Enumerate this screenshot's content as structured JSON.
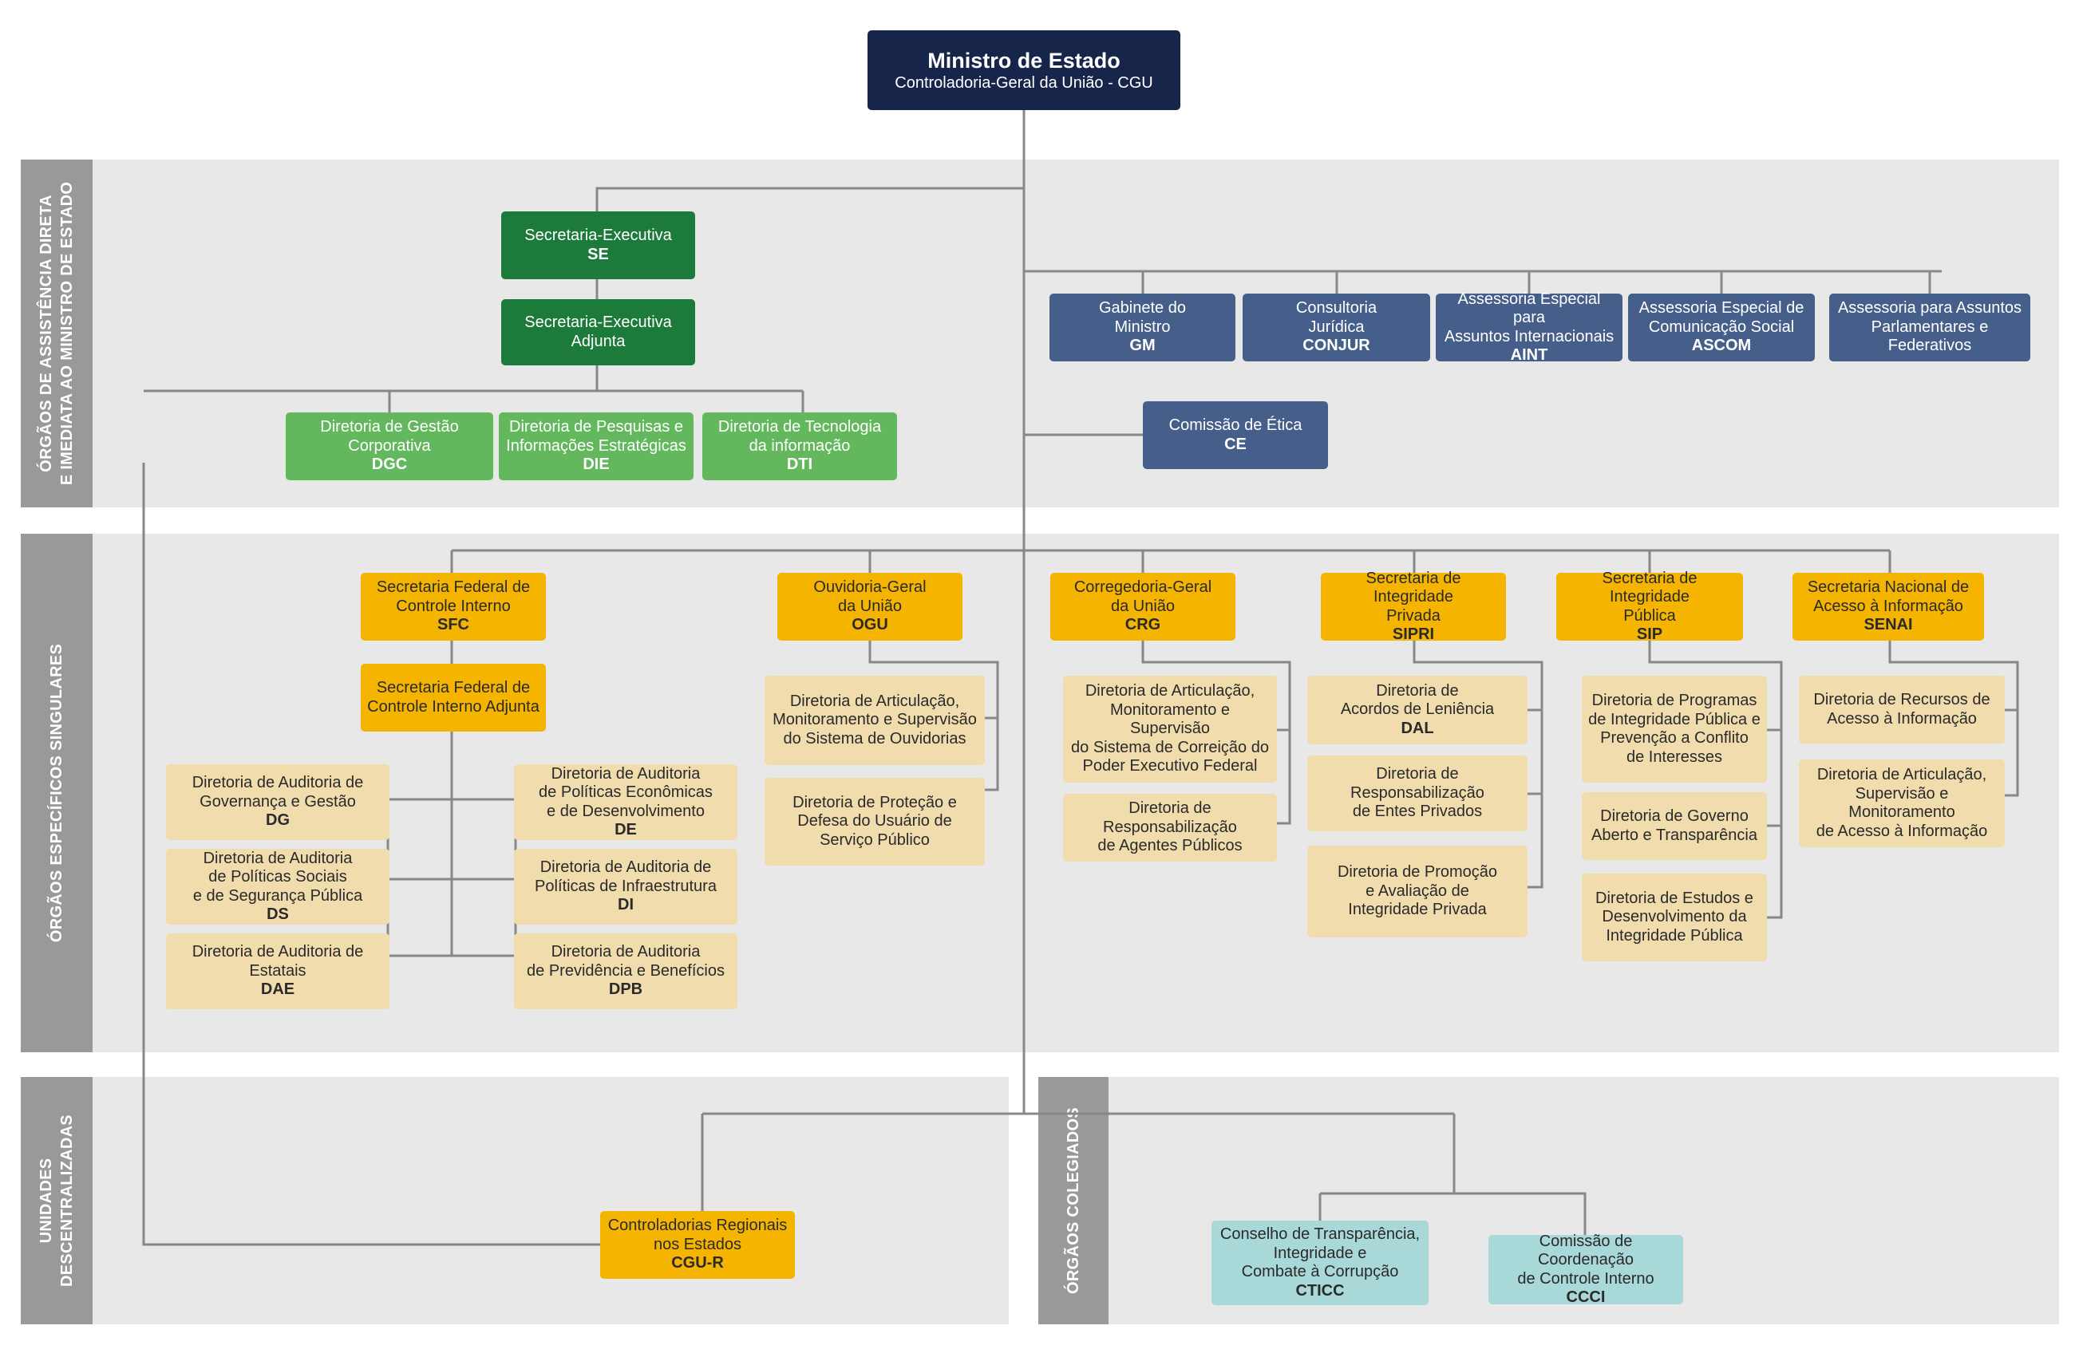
{
  "minister": {
    "title": "Ministro de Estado",
    "subtitle": "Controladoria-Geral da União - CGU"
  },
  "sections": {
    "s1": "ÓRGÃOS DE ASSISTÊNCIA DIRETA\nE IMEDIATA AO MINISTRO DE ESTADO",
    "s2": "ÓRGÃOS ESPECÍFICOS SINGULARES",
    "s3": "UNIDADES\nDESCENTRALIZADAS",
    "s4": "ÓRGÃOS COLEGIADOS"
  },
  "units": {
    "se": {
      "t": "Secretaria-Executiva",
      "a": "SE"
    },
    "sea": {
      "t": "Secretaria-Executiva\nAdjunta",
      "a": ""
    },
    "dgc": {
      "t": "Diretoria de Gestão\nCorporativa",
      "a": "DGC"
    },
    "die": {
      "t": "Diretoria de Pesquisas e\nInformações Estratégicas",
      "a": "DIE"
    },
    "dti": {
      "t": "Diretoria de Tecnologia\nda informação",
      "a": "DTI"
    },
    "gm": {
      "t": "Gabinete do\nMinistro",
      "a": "GM"
    },
    "conjur": {
      "t": "Consultoria\nJurídica",
      "a": "CONJUR"
    },
    "aint": {
      "t": "Assessoria Especial para\nAssuntos Internacionais",
      "a": "AINT"
    },
    "ascom": {
      "t": "Assessoria Especial de\nComunicação Social",
      "a": "ASCOM"
    },
    "apar": {
      "t": "Assessoria para Assuntos\nParlamentares e Federativos",
      "a": ""
    },
    "ce": {
      "t": "Comissão de Ética",
      "a": "CE"
    },
    "sfc": {
      "t": "Secretaria Federal de\nControle Interno",
      "a": "SFC"
    },
    "sfca": {
      "t": "Secretaria Federal de\nControle Interno Adjunta",
      "a": ""
    },
    "dg": {
      "t": "Diretoria de Auditoria de\nGovernança e Gestão",
      "a": "DG"
    },
    "ds": {
      "t": "Diretoria de Auditoria\nde Políticas Sociais\ne de Segurança Pública",
      "a": "DS"
    },
    "dae": {
      "t": "Diretoria de Auditoria de\nEstatais",
      "a": "DAE"
    },
    "de": {
      "t": "Diretoria de Auditoria\nde Políticas Econômicas\ne de Desenvolvimento",
      "a": "DE"
    },
    "di": {
      "t": "Diretoria de Auditoria de\nPolíticas de Infraestrutura",
      "a": "DI"
    },
    "dpb": {
      "t": "Diretoria de Auditoria\nde Previdência e Benefícios",
      "a": "DPB"
    },
    "ogu": {
      "t": "Ouvidoria-Geral\nda União",
      "a": "OGU"
    },
    "ogu1": {
      "t": "Diretoria de Articulação,\nMonitoramento e Supervisão\ndo Sistema de Ouvidorias",
      "a": ""
    },
    "ogu2": {
      "t": "Diretoria de Proteção e\nDefesa do Usuário de\nServiço Público",
      "a": ""
    },
    "crg": {
      "t": "Corregedoria-Geral\nda União",
      "a": "CRG"
    },
    "crg1": {
      "t": "Diretoria de Articulação,\nMonitoramento e Supervisão\ndo Sistema de Correição do\nPoder Executivo Federal",
      "a": ""
    },
    "crg2": {
      "t": "Diretoria de Responsabilização\nde Agentes Públicos",
      "a": ""
    },
    "sipri": {
      "t": "Secretaria de Integridade\nPrivada",
      "a": "SIPRI"
    },
    "dal": {
      "t": "Diretoria de\nAcordos de Leniência",
      "a": "DAL"
    },
    "sipri2": {
      "t": "Diretoria de Responsabilização\nde Entes Privados",
      "a": ""
    },
    "sipri3": {
      "t": "Diretoria de Promoção\ne Avaliação de\nIntegridade Privada",
      "a": ""
    },
    "sip": {
      "t": "Secretaria de Integridade\nPública",
      "a": "SIP"
    },
    "sip1": {
      "t": "Diretoria de Programas\nde Integridade Pública e\nPrevenção a Conflito\nde Interesses",
      "a": ""
    },
    "sip2": {
      "t": "Diretoria de Governo\nAberto e Transparência",
      "a": ""
    },
    "sip3": {
      "t": "Diretoria de Estudos e\nDesenvolvimento da\nIntegridade Pública",
      "a": ""
    },
    "senai": {
      "t": "Secretaria Nacional de\nAcesso à Informação",
      "a": "SENAI"
    },
    "senai1": {
      "t": "Diretoria de Recursos de\nAcesso à Informação",
      "a": ""
    },
    "senai2": {
      "t": "Diretoria de Articulação,\nSupervisão e Monitoramento\nde Acesso à Informação",
      "a": ""
    },
    "cgur": {
      "t": "Controladorias Regionais\nnos Estados",
      "a": "CGU-R"
    },
    "cticc": {
      "t": "Conselho de Transparência,\nIntegridade e\nCombate à Corrupção",
      "a": "CTICC"
    },
    "ccci": {
      "t": "Comissão de Coordenação\nde Controle Interno",
      "a": "CCCI"
    }
  }
}
